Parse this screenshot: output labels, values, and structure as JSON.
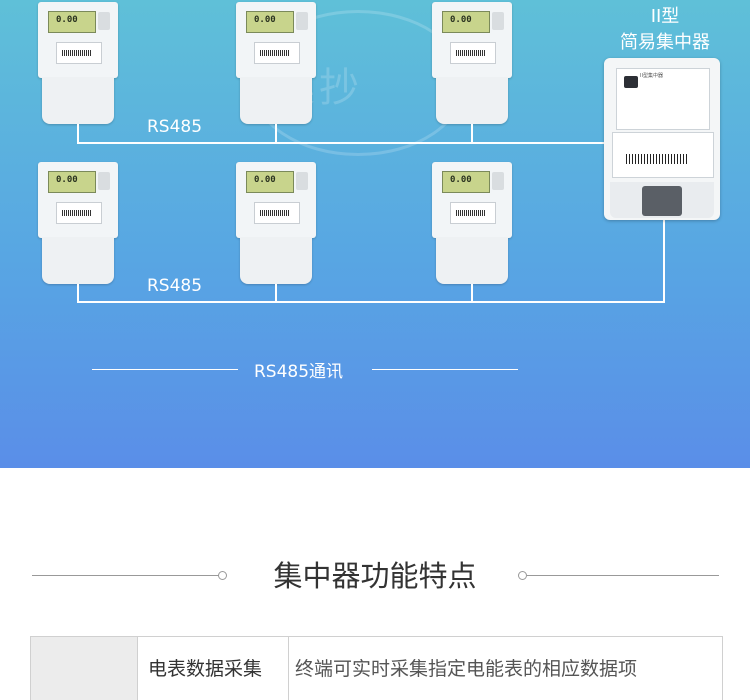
{
  "diagram": {
    "bus_label_top": "RS485",
    "bus_label_bottom": "RS485",
    "comm_label": "RS485通讯",
    "concentrator_title_line1": "II型",
    "concentrator_title_line2": "简易集中器",
    "meter_reading": "0.00",
    "concentrator_panel_text": "II型集中器",
    "watermark_text": "集抄"
  },
  "section": {
    "title": "集中器功能特点"
  },
  "feature_table": {
    "rows": [
      {
        "name": "电表数据采集",
        "description": "终端可实时采集指定电能表的相应数据项"
      }
    ]
  }
}
